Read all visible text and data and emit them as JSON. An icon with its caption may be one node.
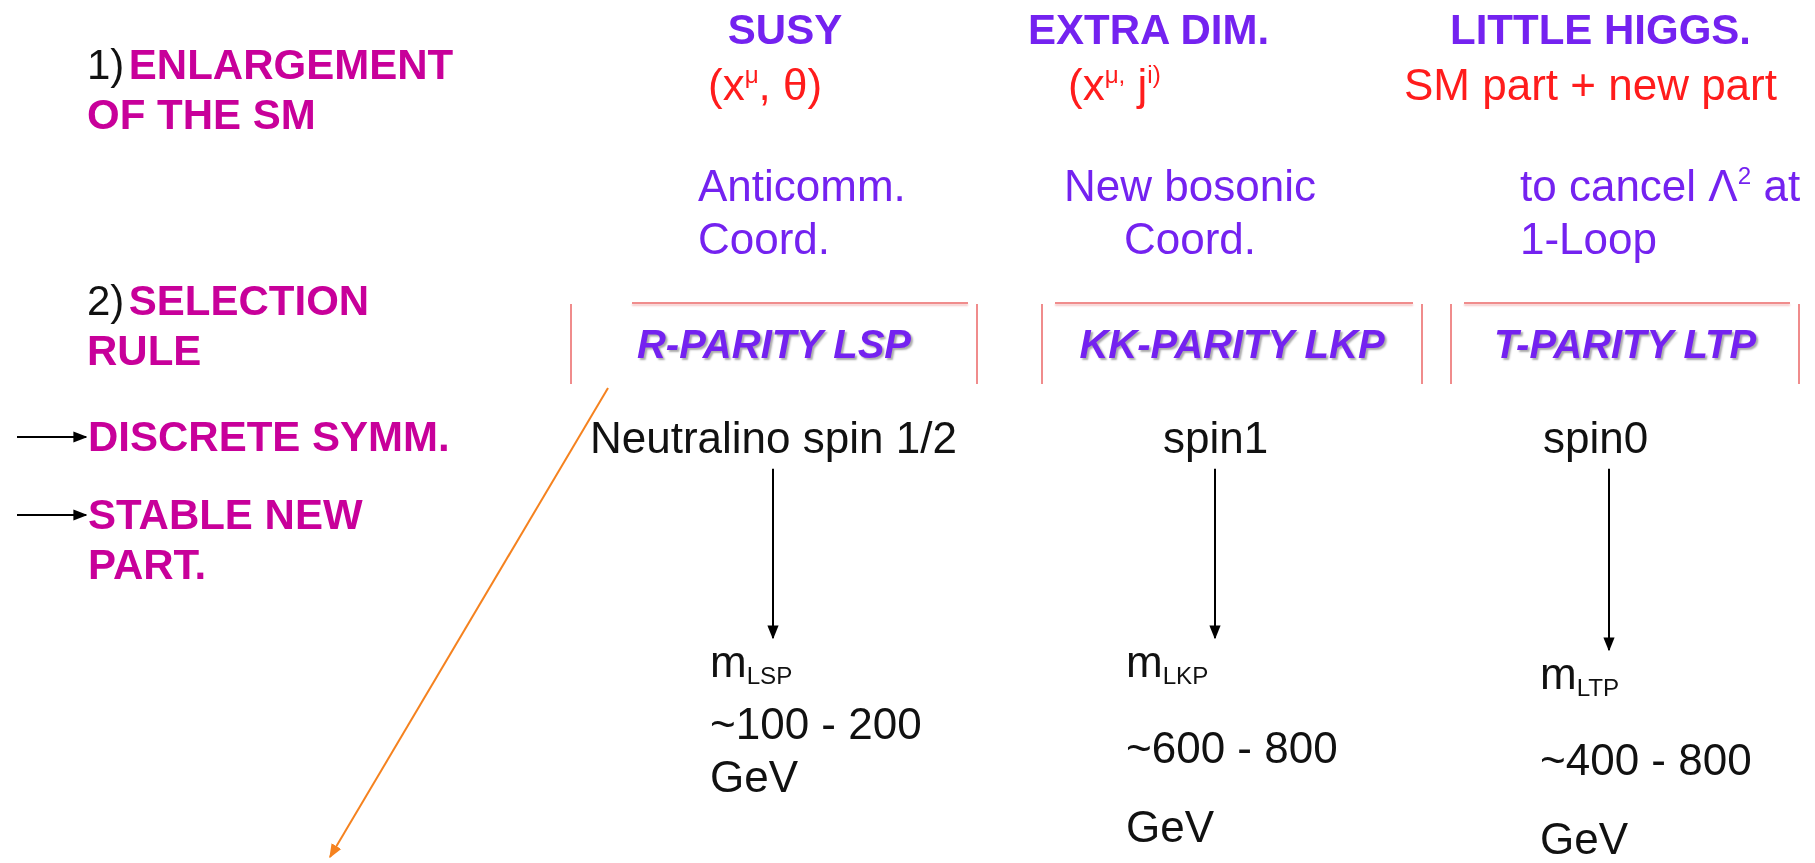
{
  "diagram": {
    "nodes": [
      {
        "text": [
          "R-PARITY LSP"
        ]
      },
      {
        "text": [
          "KK-PARITY LKP"
        ]
      },
      {
        "text": [
          "T-PARITY LTP"
        ]
      },
      {
        "text": [
          "DISCRETE SYMM."
        ]
      },
      {
        "text": [
          "Neutralino spin 1/2"
        ]
      },
      {
        "text": [
          "spin1"
        ]
      },
      {
        "text": [
          "spin0"
        ]
      },
      {
        "text": [
          "STABLE NEW PART."
        ]
      },
      {
        "text": [
          "m$_{LSP}$",
          "~100 - 200 GeV"
        ]
      },
      {
        "text": [
          "m$_{LKP}$",
          "~600 - 800 GeV"
        ]
      },
      {
        "text": [
          "m$_{LTP}$",
          "~400 - 800 GeV"
        ]
      }
    ],
    "edges": [
      {
        "from": null,
        "to": 3,
        "arrow": "to"
      },
      {
        "from": null,
        "to": 7,
        "arrow": "to"
      },
      {
        "from": 4,
        "to": 8,
        "arrow": "to"
      },
      {
        "from": 5,
        "to": 9,
        "arrow": "to"
      },
      {
        "from": 6,
        "to": 10,
        "arrow": "to"
      },
      {
        "from": 0,
        "to": null,
        "arrow": "to",
        "color": "#f5821f"
      }
    ],
    "labels": [
      "SUSY",
      "EXTRA DIM.",
      "LITTLE HIGGS.",
      "1)",
      "ENLARGEMENT OF THE SM",
      "(x$^{μ}$, θ)",
      "(x$^{μ,}$ j$^{i)}$",
      "SM part + new part",
      "Anticomm. Coord.",
      "New bosonic Coord.",
      "to cancel Λ$^{2}$ at 1-Loop",
      "2)",
      "SELECTION RULE"
    ]
  }
}
